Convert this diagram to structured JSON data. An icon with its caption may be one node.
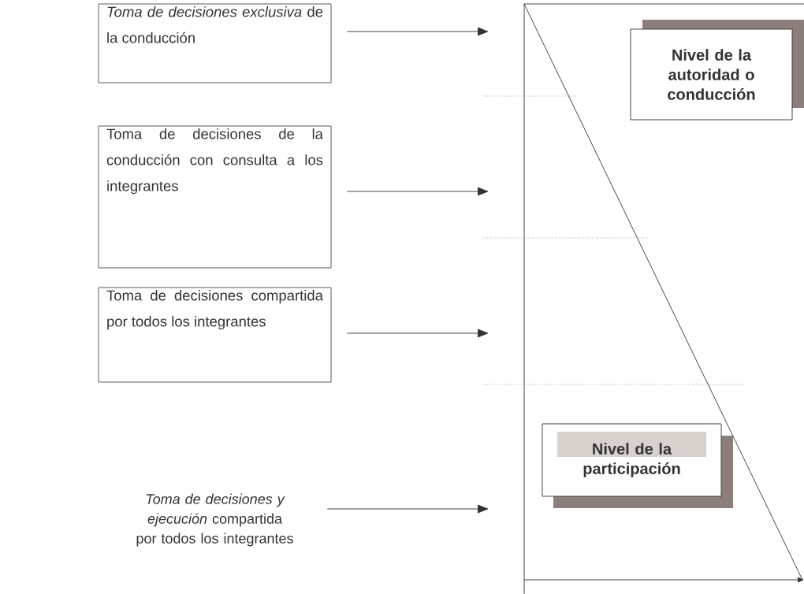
{
  "diagram": {
    "nodes": [
      {
        "text": [
          "*Toma de decisiones exclusiva* de la conducción"
        ]
      },
      {
        "text": [
          "Toma de decisiones de la conducción con consulta a los integrantes"
        ]
      },
      {
        "text": [
          "Toma de decisiones compartida por todos los integrantes"
        ]
      },
      {
        "text": [
          "*Toma de decisiones y ejecución* compartida por todos los integrantes"
        ]
      },
      {
        "text": [
          "Nivel de la autoridad o conducción"
        ]
      },
      {
        "text": [
          "Nivel de la participación"
        ]
      }
    ],
    "edges": [
      {
        "from": 0,
        "to": null,
        "arrow": "to"
      },
      {
        "from": 1,
        "to": null,
        "arrow": "to"
      },
      {
        "from": 2,
        "to": null,
        "arrow": "to"
      },
      {
        "from": 3,
        "to": null,
        "arrow": "to"
      }
    ]
  }
}
